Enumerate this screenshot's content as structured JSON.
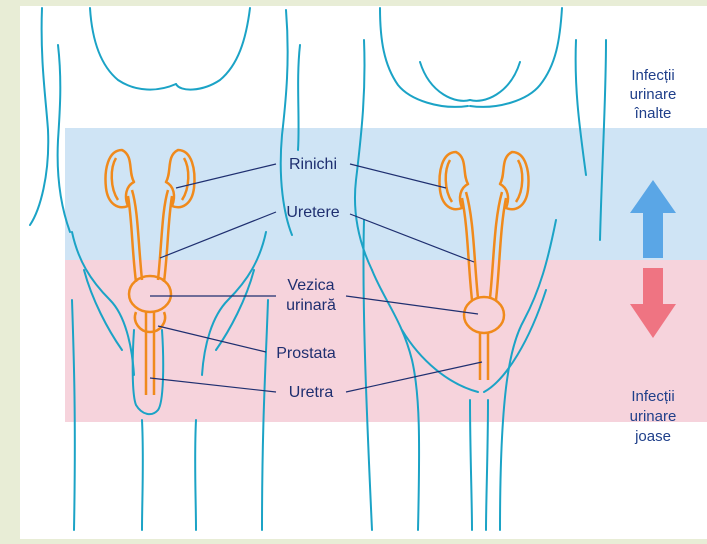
{
  "labels": {
    "kidneys": "Rinichi",
    "ureters": "Uretere",
    "bladder_line1": "Vezica",
    "bladder_line2": "urinară",
    "prostate": "Prostata",
    "urethra": "Uretra"
  },
  "legend": {
    "upper_line1": "Infecții",
    "upper_line2": "urinare",
    "upper_line3": "înalte",
    "lower_line1": "Infecții",
    "lower_line2": "urinare",
    "lower_line3": "joase"
  },
  "colors": {
    "background": "#e8edd6",
    "panel": "#ffffff",
    "upper_band": "#cfe4f5",
    "lower_band": "#f6d3dc",
    "body_outline": "#1ba3c6",
    "organ_outline": "#f08a1c",
    "pointer_line": "#1f2f70",
    "arrow_up": "#5aa6e6",
    "arrow_down": "#ef7482",
    "legend_text": "#1f3f8a",
    "label_text": "#1f2f70"
  },
  "icons": {
    "up_arrow": "arrow-up-icon",
    "down_arrow": "arrow-down-icon"
  }
}
